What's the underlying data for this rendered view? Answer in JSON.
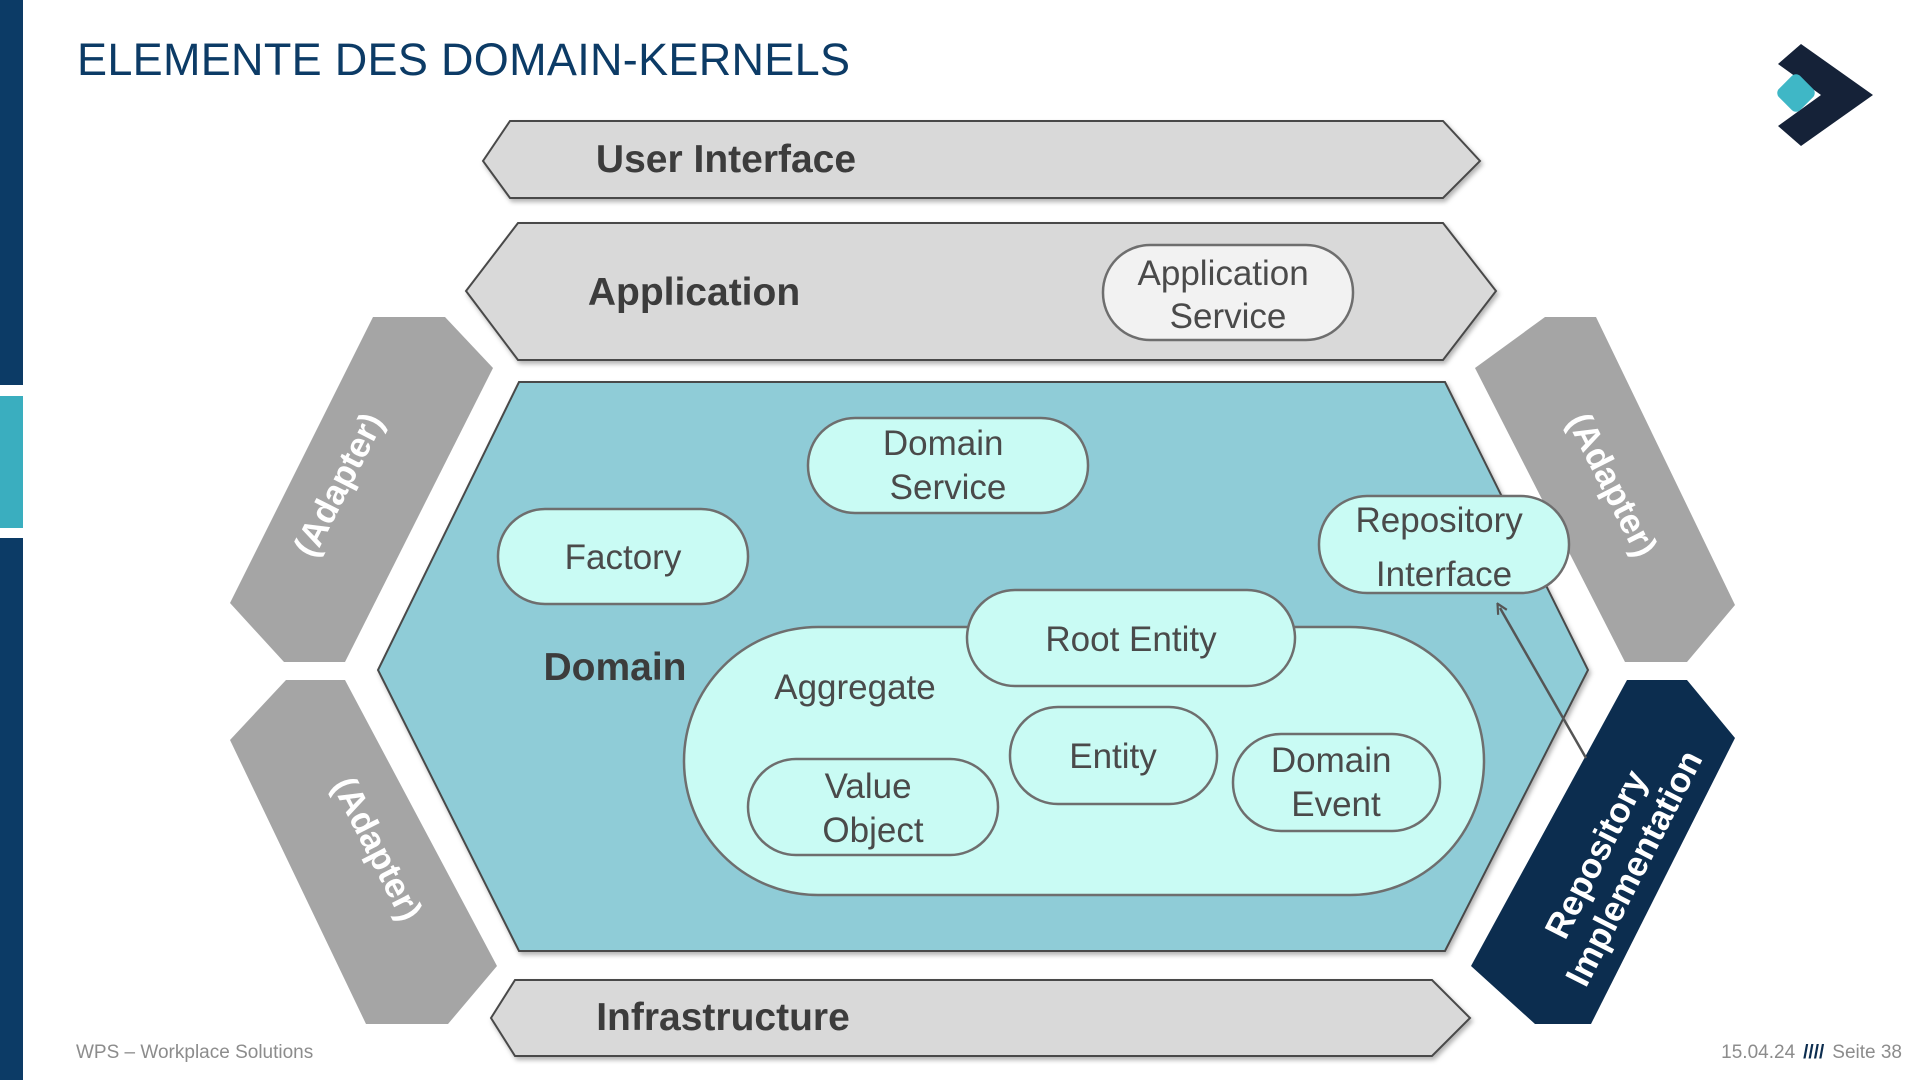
{
  "title": "ELEMENTE DES DOMAIN-KERNELS",
  "layers": {
    "user_interface": "User Interface",
    "application": "Application",
    "domain": "Domain",
    "infrastructure": "Infrastructure"
  },
  "adapters": {
    "top_left": "(Adapter)",
    "bottom_left": "(Adapter)",
    "top_right": "(Adapter)",
    "repository_implementation": [
      "Repository",
      "Implementation"
    ]
  },
  "elements": {
    "application_service": [
      "Application",
      "Service"
    ],
    "domain_service": [
      "Domain",
      "Service"
    ],
    "factory": "Factory",
    "repository_interface": [
      "Repository",
      "Interface"
    ],
    "aggregate": "Aggregate",
    "root_entity": "Root Entity",
    "entity": "Entity",
    "value_object": [
      "Value",
      "Object"
    ],
    "domain_event": [
      "Domain",
      "Event"
    ]
  },
  "footer": {
    "company": "WPS – Workplace Solutions",
    "date": "15.04.24",
    "separator": "////",
    "page": "Seite 38"
  },
  "colors": {
    "title": "#0c3b66",
    "layer_fill": "#d9d9d9",
    "domain_fill": "#8fccd7",
    "element_fill": "#c9fbf4",
    "adapter_fill": "#a5a5a5",
    "repository_impl_fill": "#0c2d4f",
    "accent_teal": "#3aaebf"
  }
}
